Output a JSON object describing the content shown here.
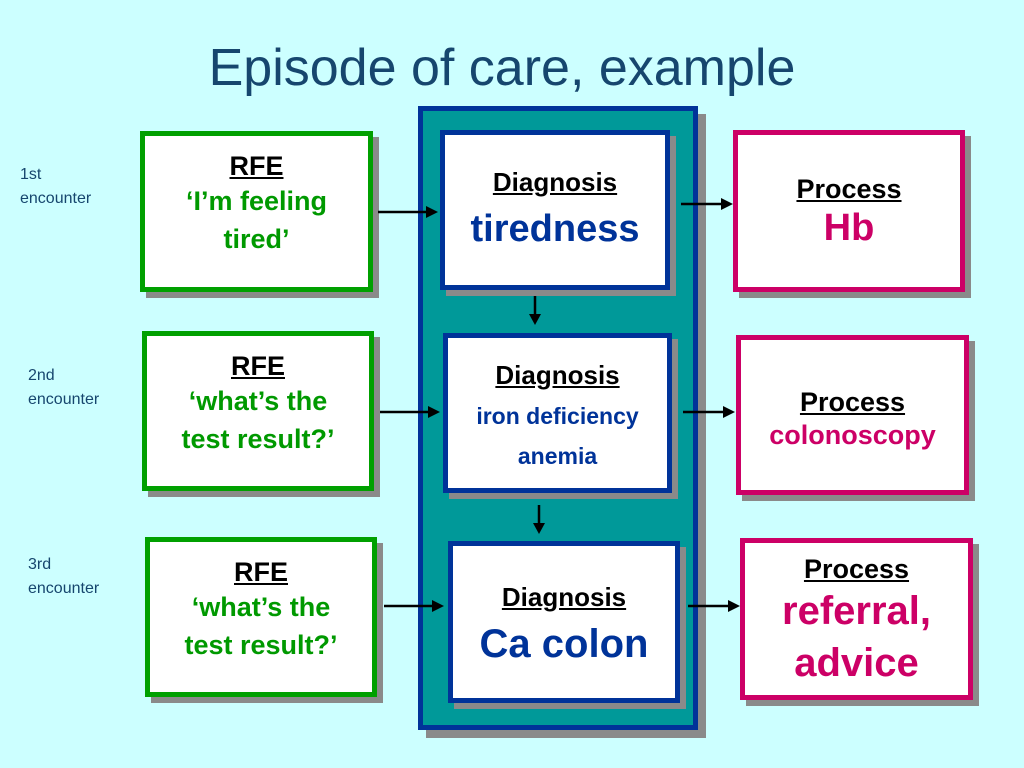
{
  "title": "Episode of care, example",
  "encounters": [
    {
      "label_line1": "1st",
      "label_line2": "encounter",
      "rfe_header": "RFE",
      "rfe_text_line1": "‘I’m feeling",
      "rfe_text_line2": "tired’",
      "diagnosis_header": "Diagnosis",
      "diagnosis_line1": "tiredness",
      "diagnosis_line2": "",
      "process_header": "Process",
      "process_line1": "Hb",
      "process_line2": ""
    },
    {
      "label_line1": "2nd",
      "label_line2": "encounter",
      "rfe_header": "RFE",
      "rfe_text_line1": "‘what’s the",
      "rfe_text_line2": "test result?’",
      "diagnosis_header": "Diagnosis",
      "diagnosis_line1": "iron deficiency",
      "diagnosis_line2": "anemia",
      "process_header": "Process",
      "process_line1": "colonoscopy",
      "process_line2": ""
    },
    {
      "label_line1": "3rd",
      "label_line2": "encounter",
      "rfe_header": "RFE",
      "rfe_text_line1": "‘what’s the",
      "rfe_text_line2": "test result?’",
      "diagnosis_header": "Diagnosis",
      "diagnosis_line1": "Ca colon",
      "diagnosis_line2": "",
      "process_header": "Process",
      "process_line1": "referral,",
      "process_line2": "advice"
    }
  ],
  "colors": {
    "background": "#ccffff",
    "title": "#16466e",
    "rfe_border": "#00a000",
    "rfe_text": "#009900",
    "diagnosis_border": "#003399",
    "diagnosis_text": "#003399",
    "process_border": "#cc0066",
    "process_text": "#cc0066",
    "panel_fill": "#009999"
  }
}
